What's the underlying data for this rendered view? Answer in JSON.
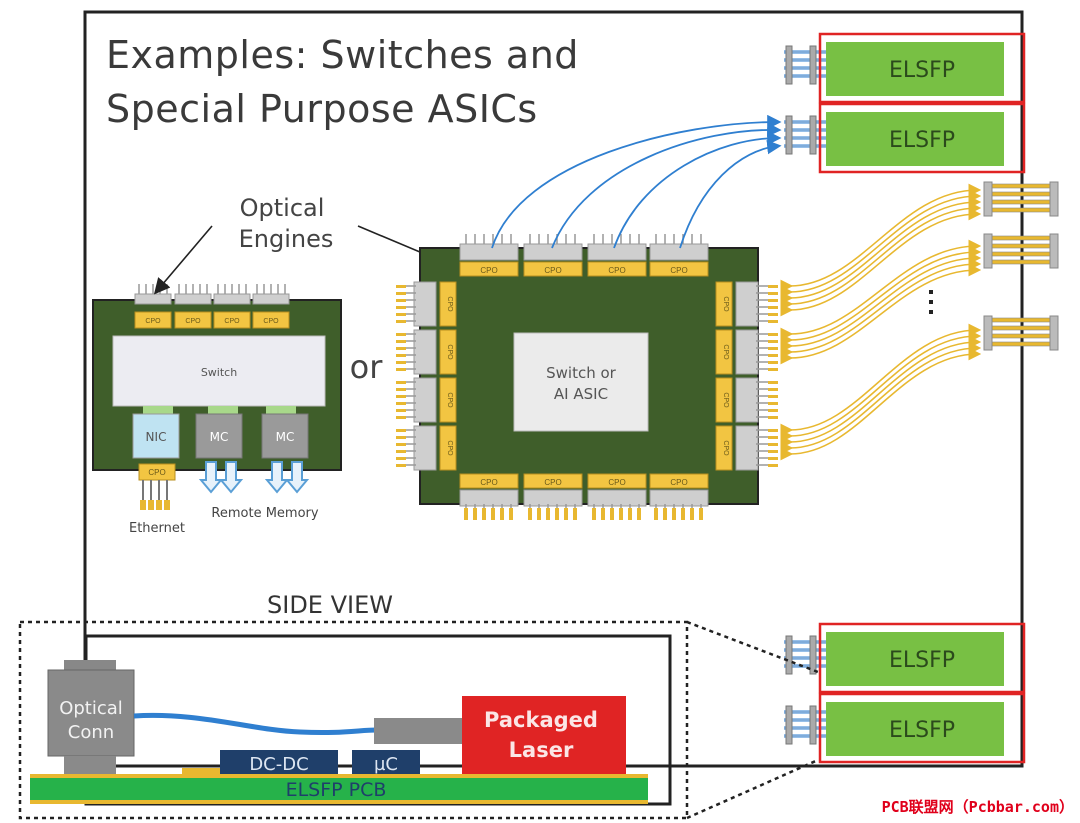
{
  "title_line1": "Examples: Switches and",
  "title_line2": "Special Purpose ASICs",
  "labels": {
    "optical_engines_1": "Optical",
    "optical_engines_2": "Engines",
    "or": "or",
    "side_view": "SIDE VIEW",
    "ethernet": "Ethernet",
    "remote_memory": "Remote Memory"
  },
  "small_package": {
    "cpo": "CPO",
    "switch": "Switch",
    "nic": "NIC",
    "mc": "MC"
  },
  "large_package": {
    "cpo": "CPO",
    "asic_line1": "Switch  or",
    "asic_line2": "AI ASIC"
  },
  "elsfp": "ELSFP",
  "side": {
    "optical_conn_1": "Optical",
    "optical_conn_2": "Conn",
    "dcdc": "DC-DC",
    "uc": "µC",
    "laser_1": "Packaged",
    "laser_2": "Laser",
    "pcb": "ELSFP PCB"
  },
  "watermark": "PCB联盟网（Pcbbar.com）",
  "colors": {
    "board_green": "#3f5e2a",
    "cpo_yellow": "#f2c542",
    "elsfp_green": "#78c044",
    "laser_red": "#e02424",
    "fiber_blue": "#2f7fd0",
    "fiber_yellow": "#e8b830",
    "dc_blue": "#1f3f6a",
    "pcb_green": "#26b24a"
  }
}
